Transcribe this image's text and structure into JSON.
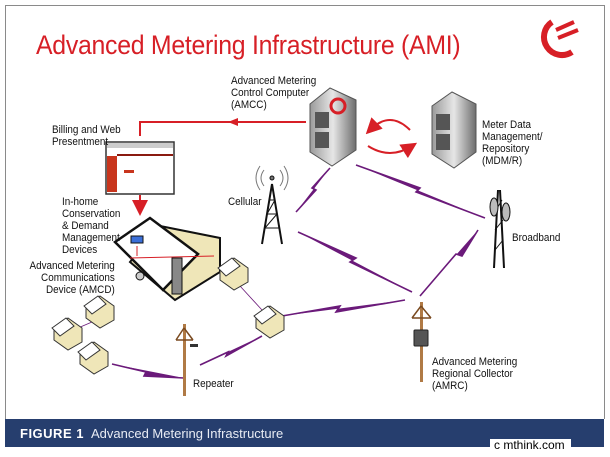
{
  "title": "Advanced Metering Infrastructure (AMI)",
  "logo": "mthink-swirl-logo",
  "nodes": {
    "amcc": {
      "label": "Advanced Metering\nControl Computer\n(AMCC)",
      "icon": "server-icon"
    },
    "mdm": {
      "label": "Meter Data\nManagement/\nRepository\n(MDM/R)",
      "icon": "server-icon"
    },
    "billing": {
      "label": "Billing and Web\nPresentment",
      "icon": "web-page-icon"
    },
    "inhome": {
      "label": "In-home\nConservation\n& Demand\nManagement\nDevices",
      "icon": "laptop-icon"
    },
    "amcd": {
      "label": "Advanced Metering\nCommunications\nDevice (AMCD)",
      "icon": "house-icon"
    },
    "cellular": {
      "label": "Cellular",
      "icon": "cell-tower-icon"
    },
    "broadband": {
      "label": "Broadband",
      "icon": "broadband-tower-icon"
    },
    "repeater": {
      "label": "Repeater",
      "icon": "utility-pole-icon"
    },
    "amrc": {
      "label": "Advanced Metering\nRegional Collector\n(AMRC)",
      "icon": "utility-pole-collector-icon"
    }
  },
  "colors": {
    "title_red": "#d71f26",
    "wireless_purple": "#6b1a7a",
    "footer_blue": "#263e6e",
    "house_fill": "#efe6b8"
  },
  "footer": {
    "figure_number": "FIGURE 1",
    "caption": "Advanced Metering Infrastructure"
  },
  "credit": "c mthink.com"
}
